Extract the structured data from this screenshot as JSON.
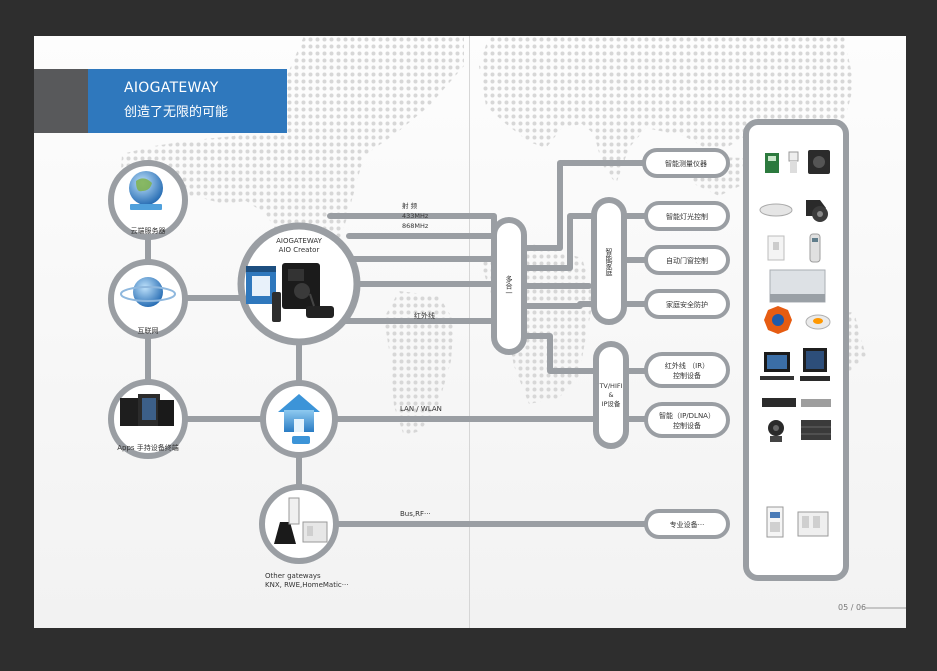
{
  "header": {
    "title": "AIOGATEWAY",
    "subtitle": "创造了无限的可能"
  },
  "nodes": {
    "cloud": "云端服务器",
    "internet": "互联网",
    "apps": "Apps 手持设备终端",
    "aio_title": "AIOGATEWAY",
    "aio_subtitle": "AIO Creator",
    "other_line1": "Other gateways",
    "other_line2": "KNX, RWE,HomeMatic···"
  },
  "links": {
    "radio_line1": "射    频",
    "radio_line2": "433MHz",
    "radio_line3": "868MHz",
    "infrared": "红外线",
    "lan": "LAN / WLAN",
    "bus": "Bus,RF···"
  },
  "hubs": {
    "multi": "多合一",
    "smart_home": "智能家庭",
    "tv_line1": "TV/HIFI",
    "tv_line2": "&",
    "tv_line3": "IP设备"
  },
  "outputs": {
    "metering": "智能测量仪器",
    "lighting": "智能灯光控制",
    "doors": "自动门窗控制",
    "security": "家庭安全防护",
    "ir_line1": "红外线 （IR）",
    "ir_line2": "控制设备",
    "ip_line1": "智能（IP/DLNA）",
    "ip_line2": "控制设备",
    "pro": "专业设备···"
  },
  "footer": {
    "page": "05 / 06"
  },
  "colors": {
    "accent": "#2f78bd",
    "connector": "#9a9ea3",
    "banner_dark": "#58595b"
  }
}
